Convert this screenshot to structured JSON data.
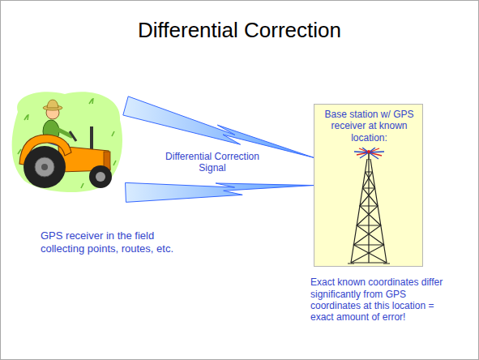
{
  "diagram": {
    "title": "Differential Correction",
    "nodes": [
      {
        "text": [
          "GPS receiver in the field collecting points, routes, etc."
        ]
      },
      {
        "text": [
          "Base station w/ GPS receiver at known location:",
          "Exact known coordinates differ significantly from GPS coordinates at this location = exact amount of error!"
        ]
      }
    ],
    "edges": [
      {
        "from": 0,
        "to": 1,
        "arrow": "none"
      },
      {
        "from": 0,
        "to": 1,
        "arrow": "none"
      }
    ],
    "labels": [
      "Differential Correction Signal"
    ]
  }
}
